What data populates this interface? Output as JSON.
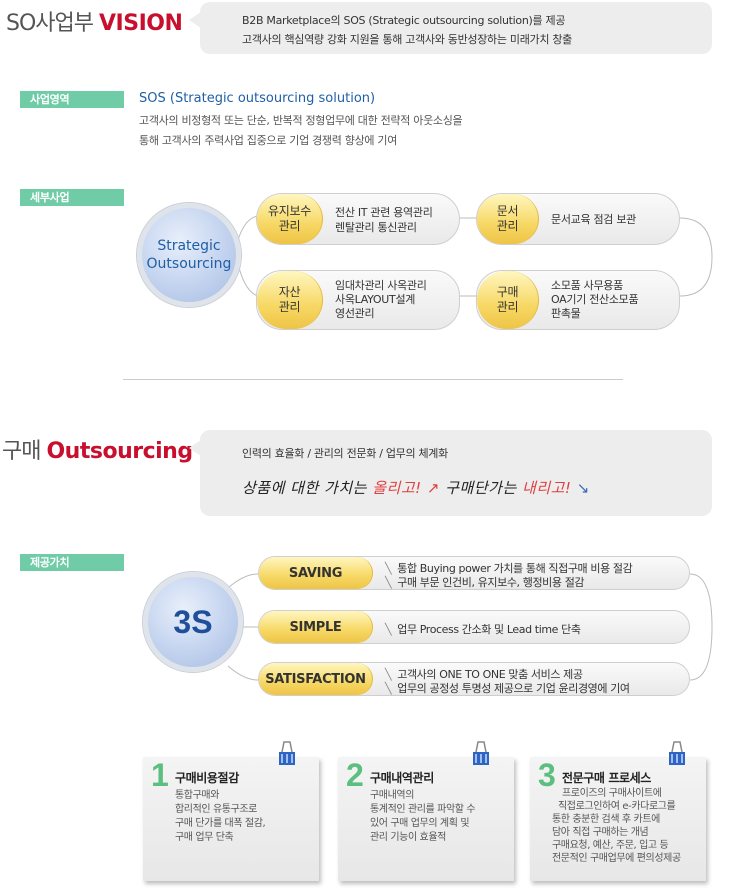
{
  "vision": {
    "prefix": "SO사업부",
    "accent": "VISION",
    "lines": [
      "B2B Marketplace의 SOS (Strategic outsourcing solution)를 제공",
      "고객사의 핵심역량 강화 지원을 통해 고객사와 동반성장하는 미래가치 창출"
    ]
  },
  "business_area": {
    "tag": "사업영역",
    "title": "SOS (Strategic outsourcing solution)",
    "lines": [
      "고객사의 비정형적 또는 단순, 반복적 정형업무에 대한 전략적 아웃소싱을",
      "통해 고객사의 주력사업 집중으로 기업 경쟁력 향상에 기여"
    ]
  },
  "detail": {
    "tag": "세부사업",
    "circle_lines": [
      "Strategic",
      "Outsourcing"
    ],
    "items": [
      {
        "badge": [
          "유지보수",
          "관리"
        ],
        "lines": [
          "전산 IT 관련    용역관리",
          "렌탈관리         통신관리"
        ]
      },
      {
        "badge": [
          "문서",
          "관리"
        ],
        "lines": [
          "문서교육     점검     보관"
        ]
      },
      {
        "badge": [
          "자산",
          "관리"
        ],
        "lines": [
          "임대차관리    사옥관리",
          "사옥LAYOUT설계",
          "영선관리"
        ]
      },
      {
        "badge": [
          "구매",
          "관리"
        ],
        "lines": [
          "소모품         사무용품",
          "OA기기       전산소모품",
          "판촉물"
        ]
      }
    ]
  },
  "outsourcing": {
    "prefix": "구매",
    "accent": "Outsourcing",
    "line1": "인력의 효율화 / 관리의 전문화 / 업무의 체계화",
    "line2_a": "상품에 대한 가치는 ",
    "line2_b": "올리고!",
    "line2_c": " 구매단가는 ",
    "line2_d": "내리고!"
  },
  "value": {
    "tag": "제공가치",
    "circle": "3S",
    "rows": [
      {
        "label": "SAVING",
        "lines": [
          "통합 Buying power 가치를 통해 직접구매 비용 절감",
          "구매 부문 인건비, 유지보수, 행정비용 절감"
        ]
      },
      {
        "label": "SIMPLE",
        "lines": [
          "업무 Process 간소화 및 Lead time 단축"
        ]
      },
      {
        "label": "SATISFACTION",
        "lines": [
          "고객사의 ONE TO ONE 맞춤 서비스 제공",
          "업무의 공정성 투명성 제공으로 기업 윤리경영에 기여"
        ]
      }
    ]
  },
  "cards": [
    {
      "num": "1",
      "title": "구매비용절감",
      "lines": [
        "통합구매와",
        "합리적인 유통구조로",
        "구매 단가를 대폭 절감,",
        "구매 업무 단축"
      ]
    },
    {
      "num": "2",
      "title": "구매내역관리",
      "lines": [
        "구매내역의",
        "통계적인 관리를 파악할 수",
        "있어 구매 업무의 계획 및",
        "관리 기능이 효율적"
      ]
    },
    {
      "num": "3",
      "title": "전문구매 프로세스",
      "lines": [
        "프로이즈의 구매사이트에",
        "직접로그인하여 e-카다로그를",
        "통한 충분한 검색 후 카트에",
        "담아 직접 구매하는 개념",
        "구매요청, 예산, 주문, 입고 등",
        "전문적인 구매업무에 편의성제공"
      ]
    }
  ],
  "colors": {
    "accent": "#c8102e",
    "tag": "#6fcca7",
    "badge": "#f7d865",
    "number": "#5bbf7f"
  }
}
